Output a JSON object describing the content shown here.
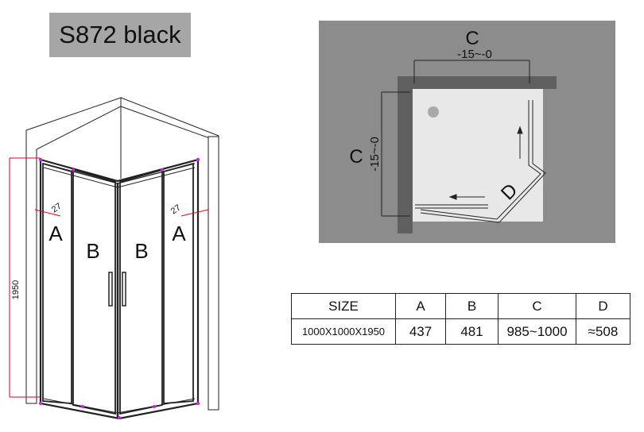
{
  "title": "S872 black",
  "elevation": {
    "height_label": "1950",
    "angle_left": "27",
    "angle_right": "27",
    "panel_labels": [
      "A",
      "B",
      "B",
      "A"
    ]
  },
  "plan": {
    "label_top": "C",
    "tolerance_top": "-15~-0",
    "label_side": "C",
    "tolerance_side": "-15~-0",
    "label_diag": "D"
  },
  "table": {
    "headers": [
      "SIZE",
      "A",
      "B",
      "C",
      "D"
    ],
    "rows": [
      [
        "1000X1000X1950",
        "437",
        "481",
        "985~1000",
        "≈508"
      ]
    ]
  },
  "colors": {
    "title_bg": "#a6a6a6",
    "plan_bg": "#8c8c8c",
    "tray": "#e8e8e8",
    "wall_bar": "#5f5f5f",
    "height_dim": "#e0001b",
    "corner_marker": "#d21ee6"
  }
}
